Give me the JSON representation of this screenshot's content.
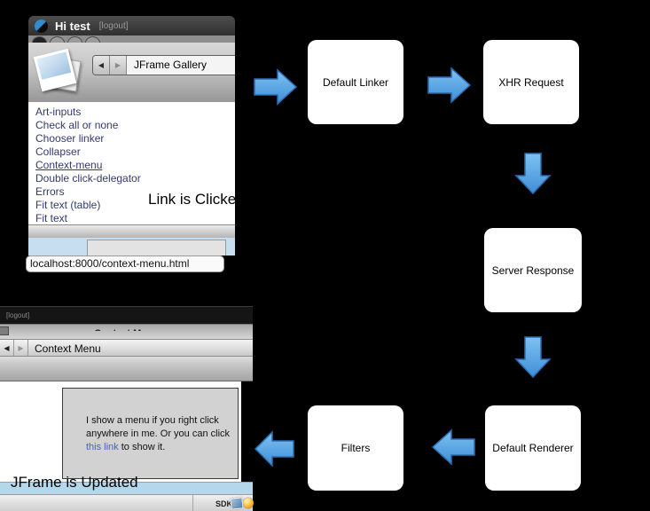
{
  "colors": {
    "background": "#000000",
    "arrow_fill_top": "#7fc2f2",
    "arrow_fill_bottom": "#3e8ed6",
    "arrow_stroke": "#2a6cb0",
    "link_navy": "#323a6e",
    "strip_blue": "#c6def0",
    "panel_gray": "#d2d2d2"
  },
  "flow": {
    "boxes": [
      {
        "label": "Default Linker"
      },
      {
        "label": "XHR Request"
      },
      {
        "label": "Server Response"
      },
      {
        "label": "Default Renderer"
      },
      {
        "label": "Filters"
      }
    ]
  },
  "annotations": {
    "link_clicked": "Link is Clicked",
    "jframe_updated": "JFrame is Updated"
  },
  "icons": {
    "back_arrow": "◀",
    "forward_arrow": "▶"
  },
  "gallery_window": {
    "title": "Hi test",
    "logout": "[logout]",
    "nav_title": "JFrame Gallery",
    "links": [
      "Art-inputs",
      "Check all or none",
      "Chooser linker",
      "Collapser",
      "Context-menu",
      "Double click-delegator",
      "Errors",
      "Fit text (table)",
      "Fit text"
    ],
    "url_tooltip": "localhost:8000/context-menu.html"
  },
  "context_window": {
    "logout": "[logout]",
    "window_title": "Context Menu",
    "nav_title": "Context Menu",
    "panel_line1": "I show a menu if you right click",
    "panel_line2": "anywhere in me. Or you can click",
    "panel_link": "this link",
    "panel_after": " to show it.",
    "sdk_label": "SDK"
  }
}
